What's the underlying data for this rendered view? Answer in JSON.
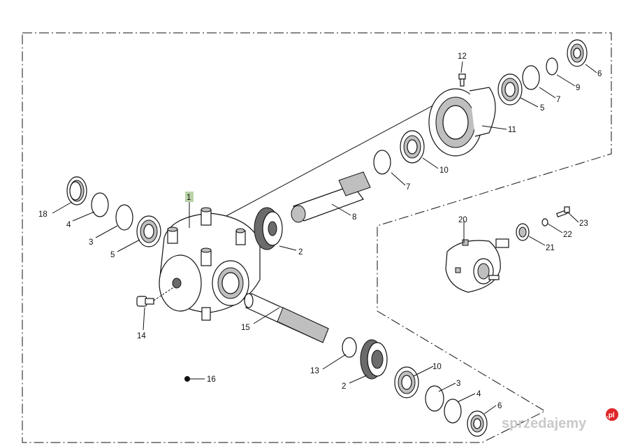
{
  "diagram": {
    "callouts": {
      "c1": "1",
      "c2a": "2",
      "c2b": "2",
      "c3a": "3",
      "c3b": "3",
      "c4a": "4",
      "c4b": "4",
      "c5a": "5",
      "c5b": "5",
      "c6a": "6",
      "c6b": "6",
      "c7a": "7",
      "c7b": "7",
      "c8": "8",
      "c9": "9",
      "c10a": "10",
      "c10b": "10",
      "c11": "11",
      "c12": "12",
      "c13": "13",
      "c14": "14",
      "c15": "15",
      "c16": "16",
      "c20": "20",
      "c21": "21",
      "c22": "22",
      "c23": "23",
      "c18": "18"
    },
    "highlight_color": "#b9d3a6",
    "watermark": {
      "brand": "sprzedajemy",
      "tld": ".pl"
    }
  }
}
